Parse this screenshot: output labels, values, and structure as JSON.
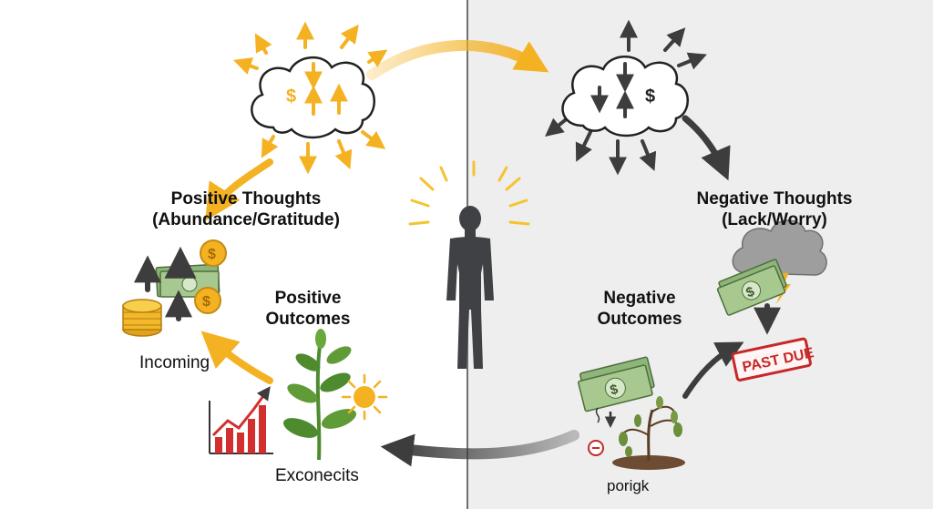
{
  "positive": {
    "title_line1": "Positive Thoughts",
    "title_line2": "(Abundance/Gratitude)",
    "outcomes_line1": "Positive",
    "outcomes_line2": "Outcomes",
    "incoming_label": "Incoming",
    "bottom_label": "Exconecits"
  },
  "negative": {
    "title_line1": "Negative Thoughts",
    "title_line2": "(Lack/Worry)",
    "outcomes_line1": "Negative",
    "outcomes_line2": "Outcomes",
    "bottom_label": "porigk",
    "stamp_text": "PAST DUE"
  },
  "symbols": {
    "dollar": "$"
  },
  "colors": {
    "positive_accent": "#f4b223",
    "negative_accent": "#3d3d3d",
    "right_background": "#eeeeee",
    "stamp_red": "#c62828",
    "money_green": "#8fb67a",
    "plant_green": "#4e8a2e"
  },
  "icons": [
    "thought-cloud-icon",
    "person-silhouette-icon",
    "coin-stack-icon",
    "money-bills-icon",
    "growth-chart-icon",
    "plant-icon",
    "sun-icon",
    "storm-cloud-icon",
    "past-due-stamp-icon",
    "wilted-plant-icon",
    "cycle-arrow-icon"
  ]
}
